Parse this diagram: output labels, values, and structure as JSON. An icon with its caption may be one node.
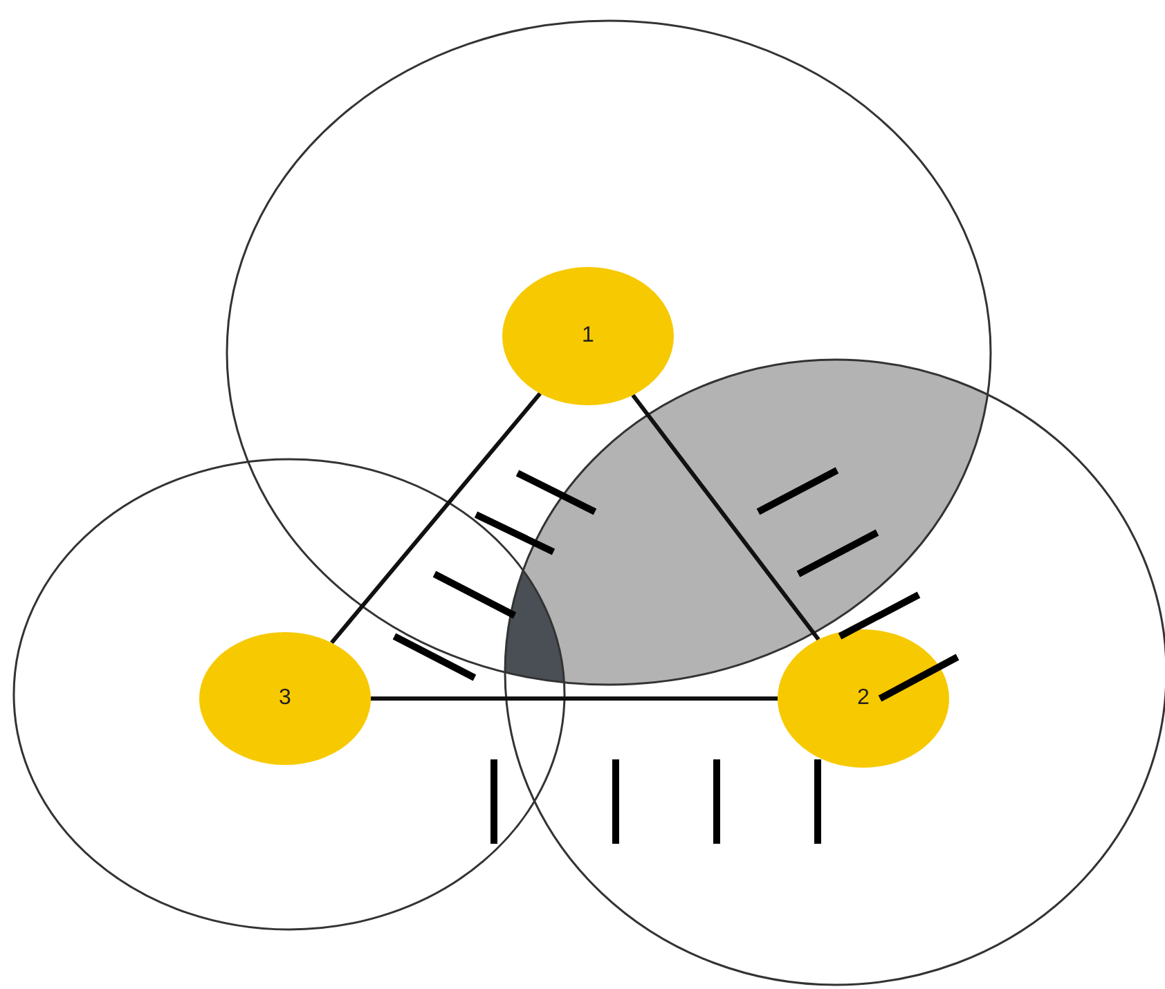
{
  "diagram": {
    "nodes": [
      {
        "text": [
          "1"
        ]
      },
      {
        "text": [
          "2"
        ]
      },
      {
        "text": [
          "3"
        ]
      }
    ],
    "edges": [
      {
        "from": 0,
        "to": 1,
        "arrow": "none"
      },
      {
        "from": 1,
        "to": 2,
        "arrow": "none"
      },
      {
        "from": 2,
        "to": 0,
        "arrow": "none"
      }
    ]
  }
}
